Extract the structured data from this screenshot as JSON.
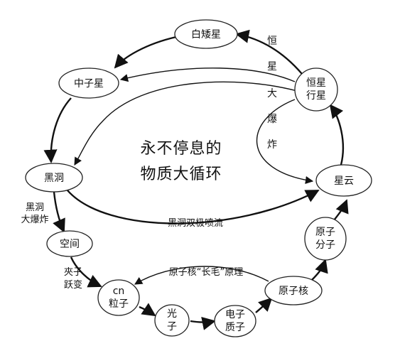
{
  "nodes": {
    "white_dwarf": "白矮星",
    "neutron_star": "中子星",
    "black_hole": "黑洞",
    "stellar_line1": "恒星",
    "stellar_line2": "行星",
    "nebula": "星云",
    "space": "空间",
    "cn_line1": "cn",
    "cn_line2": "粒子",
    "photon_line1": "光",
    "photon_line2": "子",
    "electron_line1": "电子",
    "electron_line2": "质子",
    "nucleus": "原子核",
    "atom_line1": "原子",
    "atom_line2": "分子"
  },
  "center_title": {
    "line1": "永不停息的",
    "line2": "物质大循环"
  },
  "edge_labels": {
    "supernova_chars": [
      "恒",
      "星",
      "大",
      "爆",
      "炸"
    ],
    "bh_explosion_line1": "黑洞",
    "bh_explosion_line2": "大爆炸",
    "bipolar_jet": "黑洞双极喷流",
    "quark_line1": "夾子",
    "quark_line2": "跃变",
    "hair_principle": "原子核“长毛”原理"
  }
}
